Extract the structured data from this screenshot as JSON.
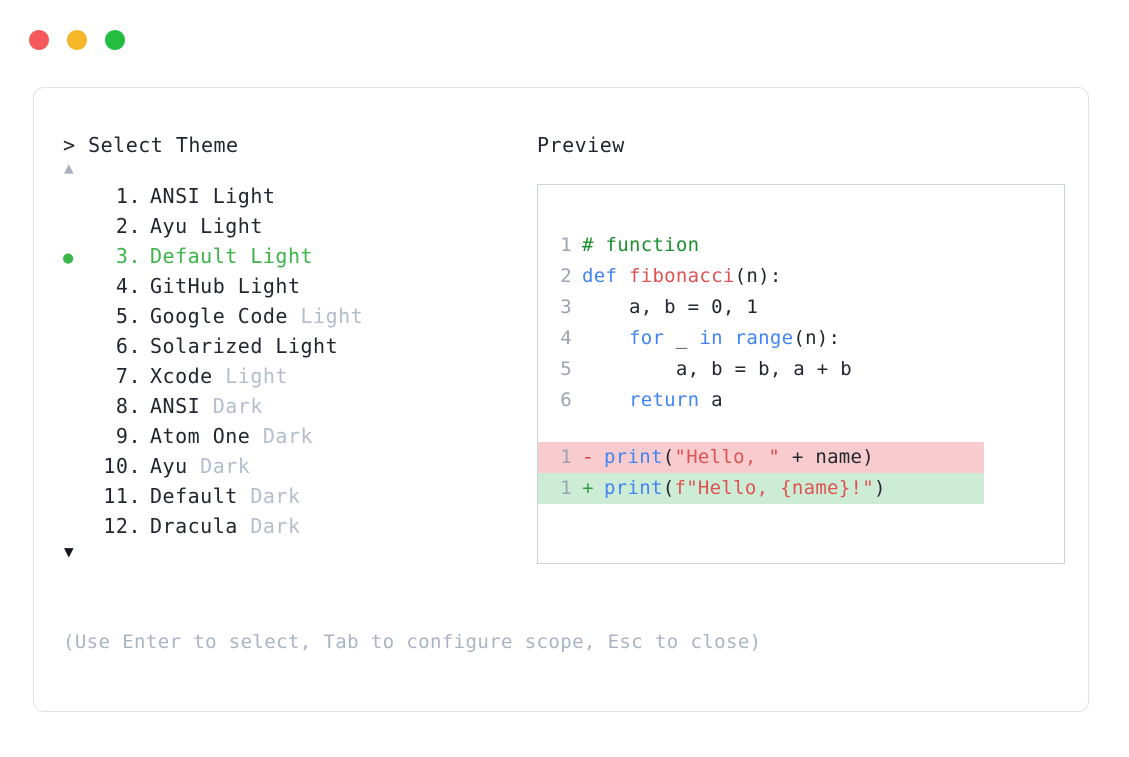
{
  "window": {
    "dots": [
      {
        "name": "close",
        "color": "#f5595b"
      },
      {
        "name": "minimize",
        "color": "#f5b628"
      },
      {
        "name": "maximize",
        "color": "#23bd3f"
      }
    ]
  },
  "selector": {
    "prompt": "> Select Theme",
    "scroll_up_glyph": "▲",
    "scroll_down_glyph": "▼",
    "selected_index": 3,
    "selected_color": "#3cb54a",
    "bullet_glyph": "●",
    "items": [
      {
        "num": "1.",
        "label": "ANSI",
        "variant": " Light",
        "variant_muted": false,
        "selected": false
      },
      {
        "num": "2.",
        "label": "Ayu",
        "variant": " Light",
        "variant_muted": false,
        "selected": false
      },
      {
        "num": "3.",
        "label": "Default",
        "variant": " Light",
        "variant_muted": false,
        "selected": true
      },
      {
        "num": "4.",
        "label": "GitHub",
        "variant": " Light",
        "variant_muted": false,
        "selected": false
      },
      {
        "num": "5.",
        "label": "Google Code",
        "variant": " Light",
        "variant_muted": true,
        "selected": false
      },
      {
        "num": "6.",
        "label": "Solarized",
        "variant": " Light",
        "variant_muted": false,
        "selected": false
      },
      {
        "num": "7.",
        "label": "Xcode",
        "variant": " Light",
        "variant_muted": true,
        "selected": false
      },
      {
        "num": "8.",
        "label": "ANSI",
        "variant": " Dark",
        "variant_muted": true,
        "selected": false
      },
      {
        "num": "9.",
        "label": "Atom One",
        "variant": " Dark",
        "variant_muted": true,
        "selected": false
      },
      {
        "num": "10.",
        "label": "Ayu",
        "variant": " Dark",
        "variant_muted": true,
        "selected": false
      },
      {
        "num": "11.",
        "label": "Default",
        "variant": " Dark",
        "variant_muted": true,
        "selected": false
      },
      {
        "num": "12.",
        "label": "Dracula",
        "variant": " Dark",
        "variant_muted": true,
        "selected": false
      }
    ]
  },
  "hint": "(Use Enter to select, Tab to configure scope, Esc to close)",
  "preview": {
    "title": "Preview",
    "code_lines": [
      {
        "num": "1",
        "tokens": [
          {
            "t": "# function",
            "c": "comment"
          }
        ]
      },
      {
        "num": "2",
        "tokens": [
          {
            "t": "def ",
            "c": "kw"
          },
          {
            "t": "fibonacci",
            "c": "fn"
          },
          {
            "t": "(n):",
            "c": "plain"
          }
        ]
      },
      {
        "num": "3",
        "tokens": [
          {
            "t": "    a, b = 0, 1",
            "c": "plain"
          }
        ]
      },
      {
        "num": "4",
        "tokens": [
          {
            "t": "    ",
            "c": "plain"
          },
          {
            "t": "for",
            "c": "kw"
          },
          {
            "t": " _ ",
            "c": "plain"
          },
          {
            "t": "in ",
            "c": "kw"
          },
          {
            "t": "range",
            "c": "builtin"
          },
          {
            "t": "(n):",
            "c": "plain"
          }
        ]
      },
      {
        "num": "5",
        "tokens": [
          {
            "t": "        a, b = b, a + b",
            "c": "plain"
          }
        ]
      },
      {
        "num": "6",
        "tokens": [
          {
            "t": "    ",
            "c": "plain"
          },
          {
            "t": "return",
            "c": "kw"
          },
          {
            "t": " a",
            "c": "plain"
          }
        ]
      }
    ],
    "diff_lines": [
      {
        "kind": "removed",
        "num": "1",
        "mark": "-",
        "bg": "#f8ccce",
        "tokens": [
          {
            "t": "print",
            "c": "builtin"
          },
          {
            "t": "(",
            "c": "plain"
          },
          {
            "t": "\"Hello, \"",
            "c": "str"
          },
          {
            "t": " + name)",
            "c": "plain"
          }
        ]
      },
      {
        "kind": "added",
        "num": "1",
        "mark": "+",
        "bg": "#cdecd5",
        "tokens": [
          {
            "t": "print",
            "c": "builtin"
          },
          {
            "t": "(",
            "c": "plain"
          },
          {
            "t": "f\"Hello, {name}!\"",
            "c": "str"
          },
          {
            "t": ")",
            "c": "plain"
          }
        ]
      }
    ]
  }
}
